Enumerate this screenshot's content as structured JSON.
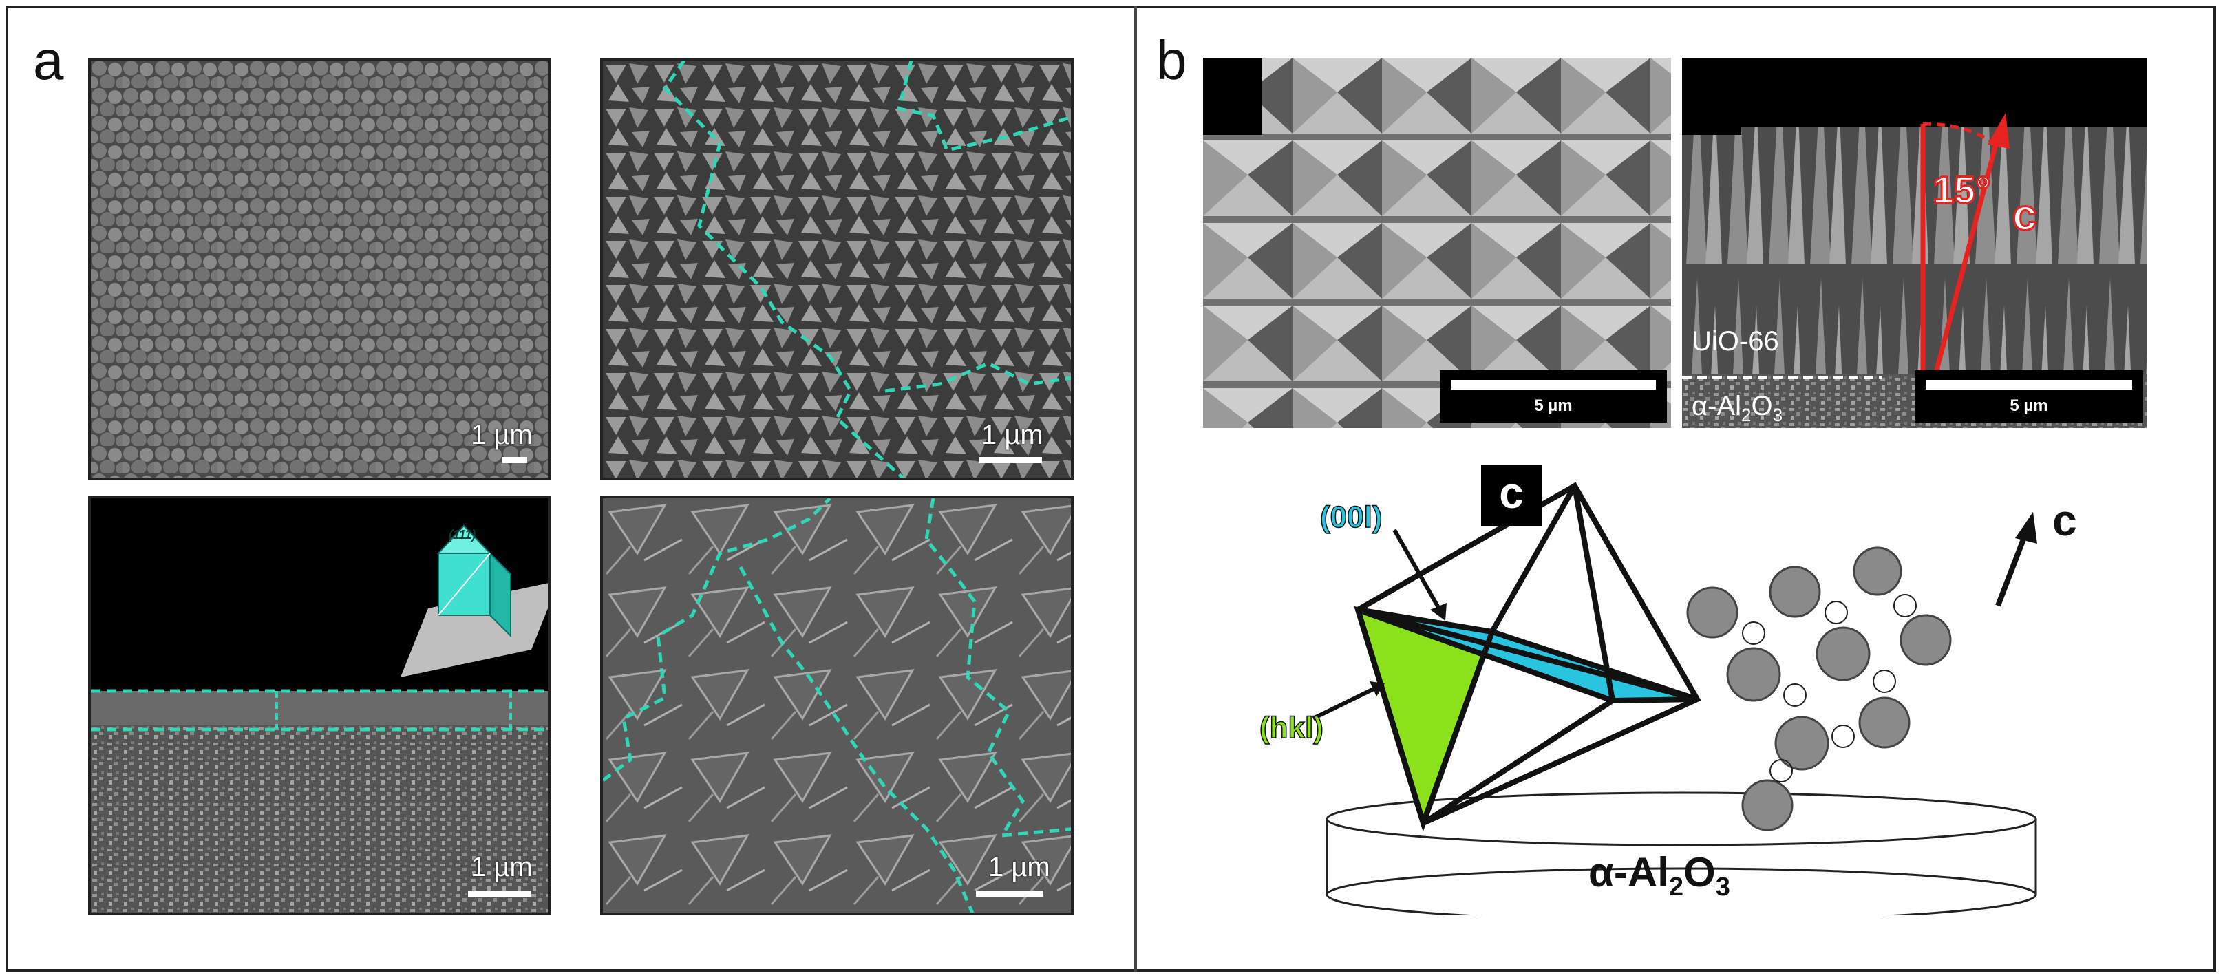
{
  "panel_a": {
    "letter": "a",
    "images": {
      "top_left": {
        "scale": "1 µm"
      },
      "top_right": {
        "scale": "1 µm"
      },
      "bottom_left": {
        "scale": "1 µm",
        "inset_facet": "(111)"
      },
      "bottom_right": {
        "scale": "1 µm"
      }
    }
  },
  "panel_b": {
    "letter": "b",
    "images": {
      "top_left": {
        "scale": "5 µm"
      },
      "top_right": {
        "scale": "5 µm",
        "angle": "15°",
        "axis": "c",
        "film_label": "UiO-66",
        "substrate_label_prefix": "α-Al",
        "substrate_sub_1": "2",
        "substrate_mid": "O",
        "substrate_sub_2": "3"
      }
    },
    "schematic": {
      "badge": "c",
      "plane_001": "(00l)",
      "plane_hkl": "(hkl)",
      "arrow_label": "c",
      "substrate_prefix": "α-Al",
      "substrate_sub_1": "2",
      "substrate_mid": "O",
      "substrate_sub_2": "3"
    }
  },
  "colors": {
    "cyan": "#3fe0c8",
    "dashed": "#2fd6b8",
    "lime": "#8be21a",
    "plane_cyan": "#29c4e0",
    "red": "#e8221e"
  }
}
